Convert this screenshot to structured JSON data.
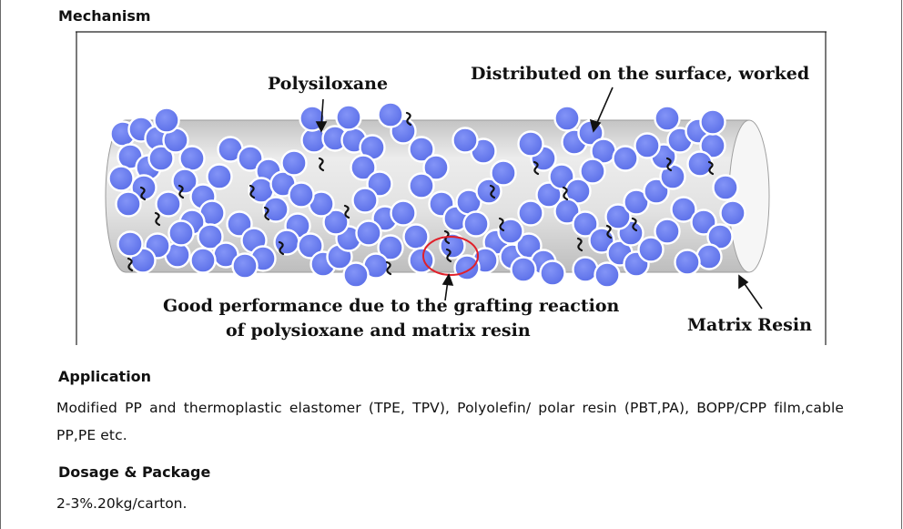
{
  "mechanism": {
    "heading": "Mechanism",
    "labels": {
      "polysiloxane": "Polysiloxane",
      "distributed": "Distributed on the surface, worked",
      "good_performance_line1": "Good performance due to the grafting reaction",
      "good_performance_line2": "of polysioxane and matrix resin",
      "matrix_resin": "Matrix Resin"
    },
    "colors": {
      "particle_fill": "#6f82f4",
      "particle_edge": "#ffffff",
      "cylinder_body": "#d9d9d9",
      "highlight_circle": "#e0202a"
    }
  },
  "application": {
    "heading": "Application",
    "text": "Modified PP and thermoplastic elastomer (TPE, TPV), Polyolefin/ polar resin (PBT,PA), BOPP/CPP film,cable PP,PE etc."
  },
  "dosage": {
    "heading": "Dosage & Package",
    "text": "2-3%.20kg/carton."
  }
}
